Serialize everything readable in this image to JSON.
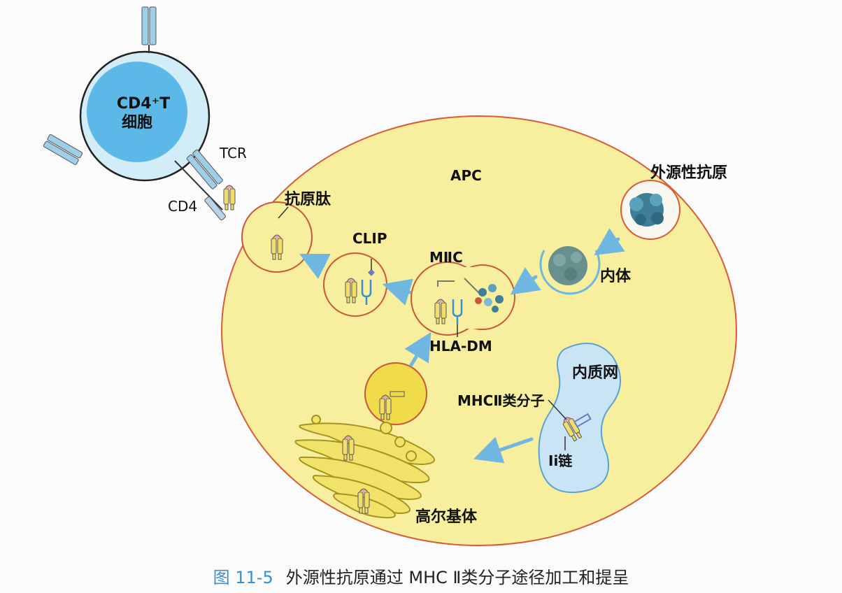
{
  "labels": {
    "cd4_t_cell_line1": "CD4⁺T",
    "cd4_t_cell_line2": "细胞",
    "tcr": "TCR",
    "cd4": "CD4",
    "apc": "APC",
    "exogenous_antigen": "外源性抗原",
    "antigen_peptide": "抗原肽",
    "clip": "CLIP",
    "miic": "MⅡC",
    "endosome": "内体",
    "hla_dm": "HLA-DM",
    "er": "内质网",
    "mhc_ii": "MHCⅡ类分子",
    "ii_chain": "Ⅰi链",
    "golgi": "高尔基体"
  },
  "caption": {
    "figure_number": "图 11-5",
    "title": "外源性抗原通过 MHC Ⅱ类分子途径加工和提呈"
  },
  "colors": {
    "cell_fill": "#f7ef9e",
    "t_cell_fill": "#5cb8e6",
    "t_cell_ring": "#d2ecf8",
    "arrow": "#6fb6e0",
    "vesicle_border": "#c9553a",
    "er_fill": "#c8e4f5",
    "golgi_fill": "#f1e26a",
    "antigen": "#3f7f96"
  }
}
